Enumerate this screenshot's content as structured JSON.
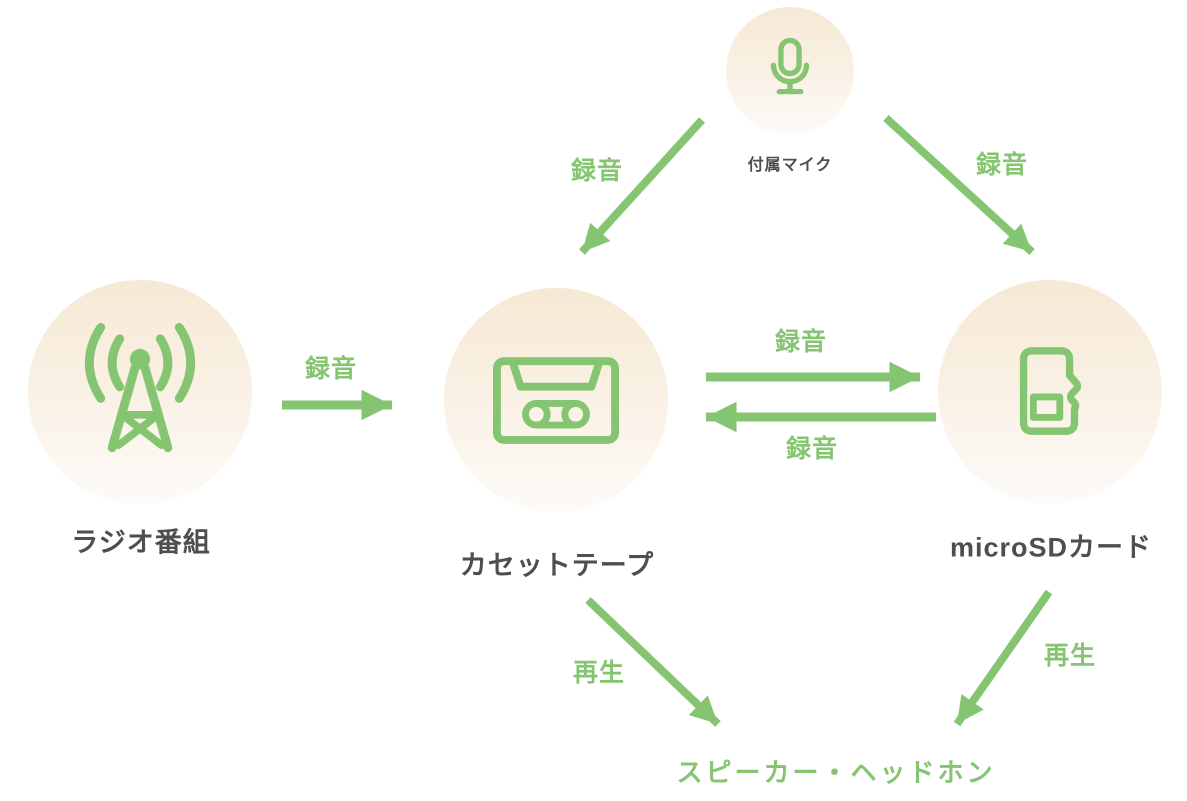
{
  "diagram": {
    "nodes": {
      "mic": {
        "label": "付属マイク",
        "icon": "microphone-icon"
      },
      "radio": {
        "label": "ラジオ番組",
        "icon": "radio-tower-icon"
      },
      "cassette": {
        "label": "カセットテープ",
        "icon": "cassette-tape-icon"
      },
      "microsd": {
        "label": "microSDカード",
        "icon": "microsd-card-icon"
      },
      "speaker": {
        "label": "スピーカー・ヘッドホン"
      }
    },
    "edges": [
      {
        "from": "mic",
        "to": "cassette",
        "label": "録音"
      },
      {
        "from": "mic",
        "to": "microsd",
        "label": "録音"
      },
      {
        "from": "radio",
        "to": "cassette",
        "label": "録音"
      },
      {
        "from": "cassette",
        "to": "microsd",
        "label": "録音"
      },
      {
        "from": "microsd",
        "to": "cassette",
        "label": "録音"
      },
      {
        "from": "cassette",
        "to": "speaker",
        "label": "再生"
      },
      {
        "from": "microsd",
        "to": "speaker",
        "label": "再生"
      }
    ],
    "colors": {
      "accent_green": "#85C572",
      "label_dark": "#4E4E4E",
      "circle_gradient_top": "#F6E9D5",
      "circle_gradient_bottom": "#FDFBF8",
      "background": "#FFFFFF"
    }
  }
}
